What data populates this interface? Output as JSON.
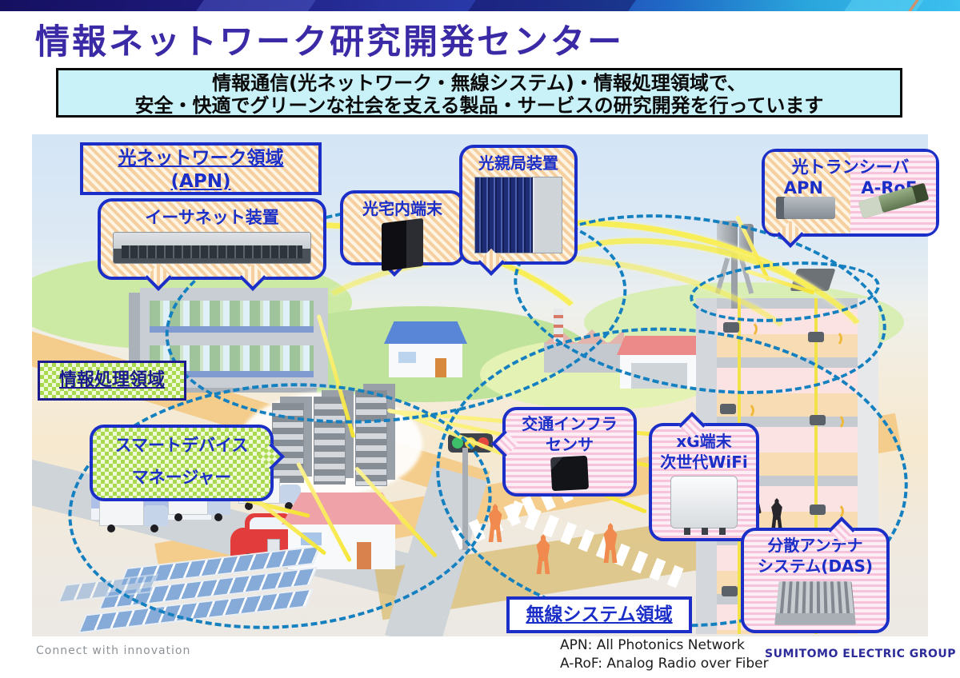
{
  "header": {
    "title": "情報ネットワーク研究開発センター",
    "subtitle_line1": "情報通信(光ネットワーク・無線システム)・情報処理領域で、",
    "subtitle_line2": "安全・快適でグリーンな社会を支える製品・サービスの研究開発を行っています"
  },
  "regions": {
    "optical": {
      "line1": "光ネットワーク領域",
      "line2": "(APN)"
    },
    "info_processing": {
      "label": "情報処理領域"
    },
    "wireless": {
      "label": "無線システム領域"
    }
  },
  "callouts": {
    "ethernet": {
      "label": "イーサネット装置"
    },
    "onu": {
      "label": "光宅内端末"
    },
    "olt": {
      "label": "光親局装置"
    },
    "transceiver": {
      "title": "光トランシーバ",
      "left": "APN",
      "right": "A-RoF"
    },
    "sdm": {
      "line1": "スマートデバイス",
      "line2": "マネージャー"
    },
    "traffic": {
      "line1": "交通インフラ",
      "line2": "センサ"
    },
    "xg": {
      "line1": "xG端末",
      "line2": "次世代WiFi"
    },
    "das": {
      "line1": "分散アンテナ",
      "line2": "システム(DAS)"
    }
  },
  "footer": {
    "glossary_line1": "APN: All Photonics Network",
    "glossary_line2": "A-RoF: Analog Radio over Fiber",
    "brand": "SUMITOMO ELECTRIC GROUP",
    "tagline": "Connect with innovation"
  },
  "colors": {
    "accent_blue": "#1b2fc8",
    "dashed_region_blue": "#1480c0",
    "title_indigo": "#3b2aa6",
    "subtitle_bg": "#c9f1f8",
    "hatch_orange": "#f6cfa0",
    "checker_green": "#a9d94e",
    "stripe_pink": "#f7c3da",
    "beam_yellow": "#f6e52e",
    "brand_navy": "#2d2b9a"
  }
}
